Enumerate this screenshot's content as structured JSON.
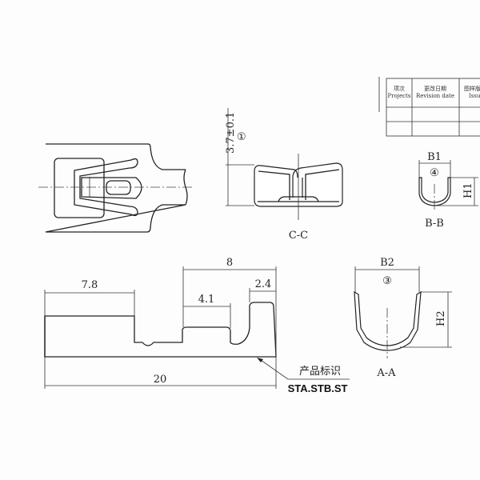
{
  "revision_table": {
    "headers": [
      {
        "cn": "项次",
        "en": "Projects"
      },
      {
        "cn": "更改日期",
        "en": "Revision date"
      },
      {
        "cn": "图样版",
        "en": "Issu"
      }
    ]
  },
  "section_cc": {
    "label": "C-C",
    "dimension": "3.7±0.1",
    "marker": "①"
  },
  "section_bb": {
    "label": "B-B",
    "width_label": "B1",
    "height_label": "H1",
    "marker": "④"
  },
  "section_aa": {
    "label": "A-A",
    "width_label": "B2",
    "height_label": "H2",
    "marker": "③"
  },
  "side_view": {
    "dimensions": {
      "overall": "20",
      "left_part": "7.8",
      "right_part": "8",
      "middle_slot": "4.1",
      "end_tab": "2.4"
    },
    "marking_label": "产品标识",
    "marking_text": "STA.STB.ST"
  }
}
